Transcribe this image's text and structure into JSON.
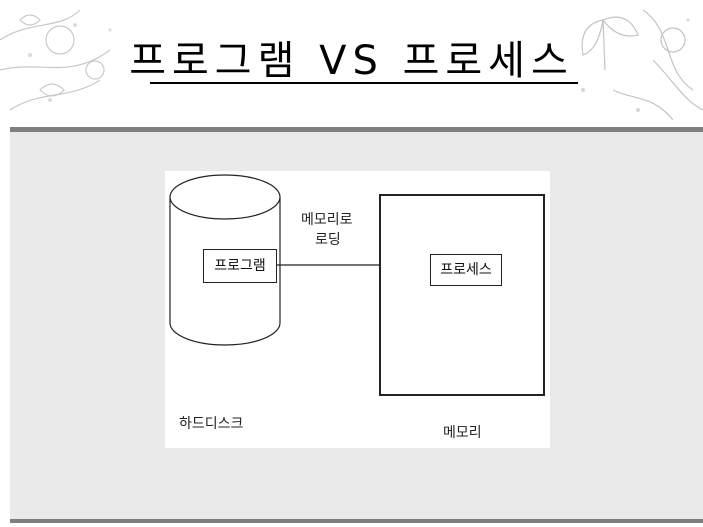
{
  "slide": {
    "title": "프로그램 VS 프로세스"
  },
  "diagram": {
    "disk_program_label": "프로그램",
    "disk_label": "하드디스크",
    "arrow_label_line1": "메모리로",
    "arrow_label_line2": "로딩",
    "process_label": "프로세스",
    "memory_label": "메모리"
  },
  "colors": {
    "panel": "#eaeaea",
    "rule": "#7f7f7f",
    "stroke": "#222222"
  }
}
